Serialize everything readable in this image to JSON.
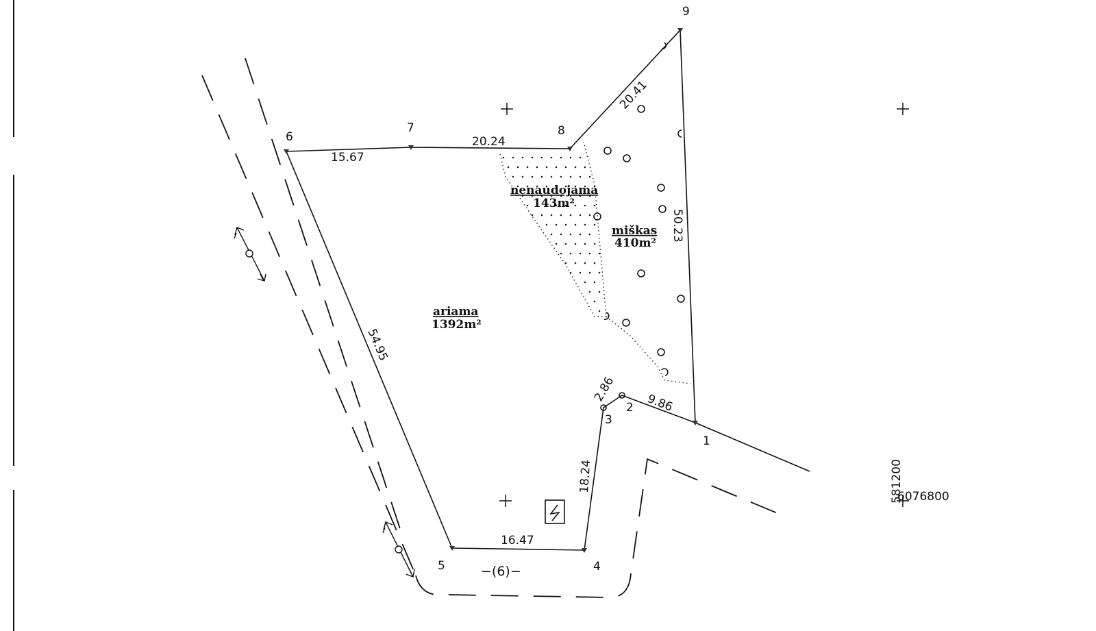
{
  "points": {
    "p1": "1",
    "p2": "2",
    "p3": "3",
    "p4": "4",
    "p5": "5",
    "p6": "6",
    "p7": "7",
    "p8": "8",
    "p9": "9"
  },
  "distances": {
    "d6_7": "15.67",
    "d7_8": "20.24",
    "d8_9": "20.41",
    "d9_1": "50.23",
    "d1_2": "9.86",
    "d2_3": "2.86",
    "d3_4": "18.24",
    "d4_5": "16.47",
    "d5_6": "54.95"
  },
  "areas": {
    "arable": {
      "name": "ariama",
      "size": "1392m²"
    },
    "unused": {
      "name": "nenaudojama",
      "size": "143m²"
    },
    "forest": {
      "name": "miškas",
      "size": "410m²"
    }
  },
  "road_label": "−(6)−",
  "coordinates": {
    "x": "581200",
    "y": "6076800"
  }
}
